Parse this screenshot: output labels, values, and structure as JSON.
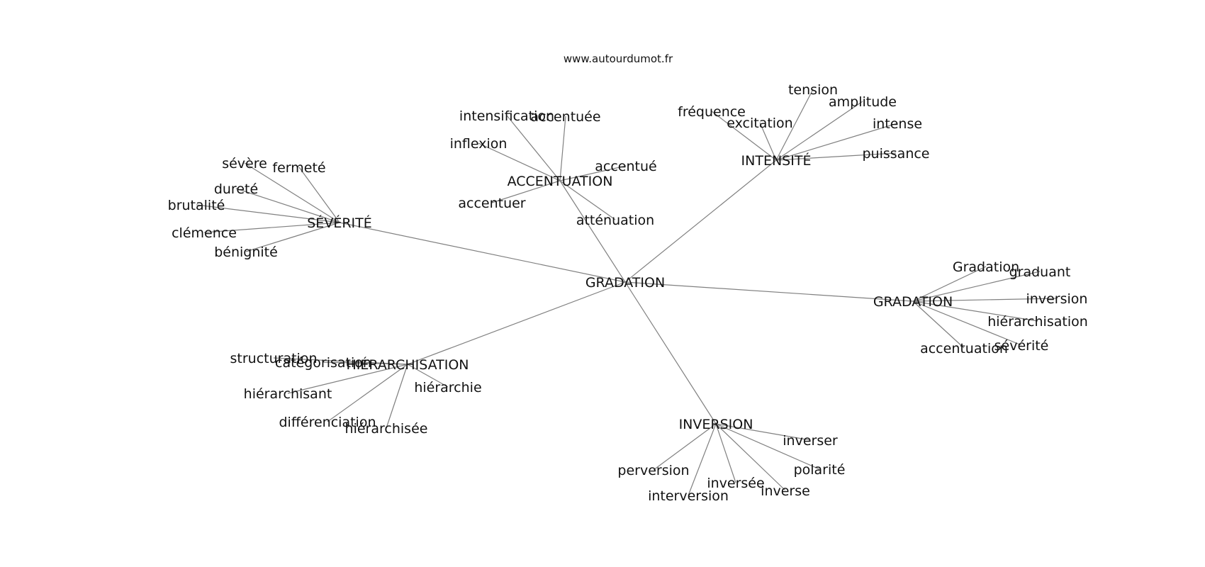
{
  "source": "www.autourdumot.fr",
  "center": "GRADATION",
  "clusters": [
    {
      "hub": "SÉVÉRITÉ",
      "words": [
        "sévère",
        "fermeté",
        "dureté",
        "brutalité",
        "clémence",
        "bénignité"
      ]
    },
    {
      "hub": "ACCENTUATION",
      "words": [
        "intensification",
        "accentuée",
        "inflexion",
        "accentué",
        "accentuer",
        "atténuation"
      ]
    },
    {
      "hub": "INTENSITÉ",
      "words": [
        "tension",
        "fréquence",
        "amplitude",
        "excitation",
        "intense",
        "puissance"
      ]
    },
    {
      "hub": "GRADATION",
      "words": [
        "Gradation",
        "graduant",
        "inversion",
        "hiérarchisation",
        "sévérité",
        "accentuation"
      ]
    },
    {
      "hub": "HIÉRARCHISATION",
      "words": [
        "structuration",
        "catégorisation",
        "hiérarchisant",
        "hiérarchie",
        "différenciation",
        "hiérarchisée"
      ]
    },
    {
      "hub": "INVERSION",
      "words": [
        "inverser",
        "perversion",
        "polarité",
        "inversée",
        "inverse",
        "interversion"
      ]
    }
  ]
}
